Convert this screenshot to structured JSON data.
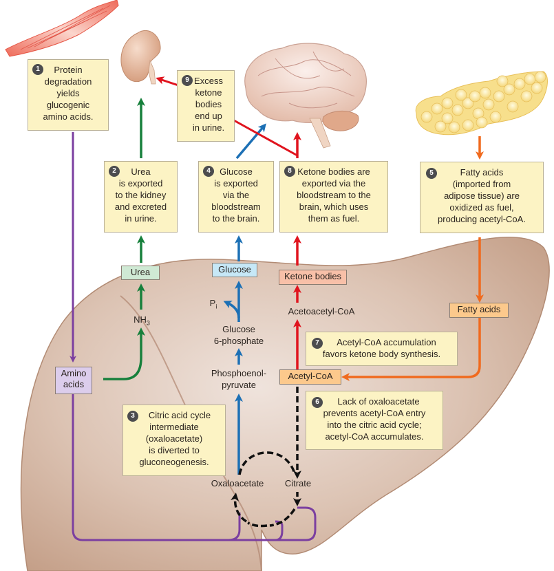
{
  "diagram": {
    "title": "Ketone body formation and export from the liver during fasting",
    "colors": {
      "note_fill": "#fcf3c4",
      "liver": "#cfae9a",
      "nitrogen_path": "#17803c",
      "glucose_path": "#1c70b5",
      "ketone_path": "#e0141e",
      "fatty_acid_path": "#f06a1e",
      "amino_acid_path": "#7b3fa0",
      "blocked_path": "#111111"
    },
    "organs": [
      {
        "name": "Muscle",
        "icon": "muscle-icon"
      },
      {
        "name": "Kidney",
        "icon": "kidney-icon"
      },
      {
        "name": "Brain",
        "icon": "brain-icon"
      },
      {
        "name": "Adipose tissue",
        "icon": "adipose-icon"
      },
      {
        "name": "Liver",
        "icon": "liver-icon"
      }
    ],
    "notes": [
      {
        "n": "1",
        "text": "Protein degradation yields glucogenic amino acids."
      },
      {
        "n": "2",
        "text": "Urea is exported to the kidney and excreted in urine."
      },
      {
        "n": "3",
        "text": "Citric acid cycle intermediate (oxaloacetate) is diverted to gluconeogenesis."
      },
      {
        "n": "4",
        "text": "Glucose is exported via the bloodstream to the brain."
      },
      {
        "n": "5",
        "text": "Fatty acids (imported from adipose tissue) are oxidized as fuel, producing acetyl-CoA."
      },
      {
        "n": "6",
        "text": "Lack of oxaloacetate prevents acetyl-CoA entry into the citric acid cycle; acetyl-CoA accumulates."
      },
      {
        "n": "7",
        "text": "Acetyl-CoA accumulation favors ketone body synthesis."
      },
      {
        "n": "8",
        "text": "Ketone bodies are exported via the bloodstream to the brain, which uses them as fuel."
      },
      {
        "n": "9",
        "text": "Excess ketone bodies end up in urine."
      }
    ],
    "metabolites": {
      "amino_acids": "Amino acids",
      "nh3": "NH",
      "nh3_sub": "3",
      "urea": "Urea",
      "glucose": "Glucose",
      "pi": "P",
      "pi_sub": "i",
      "g6p": "Glucose 6-phosphate",
      "pep": "Phosphoenol-pyruvate",
      "oxaloacetate": "Oxaloacetate",
      "citrate": "Citrate",
      "acetyl_coa": "Acetyl-CoA",
      "acetoacetyl_coa": "Acetoacetyl-CoA",
      "ketone_bodies": "Ketone bodies",
      "fatty_acids": "Fatty acids"
    },
    "note_lines": {
      "n1": [
        "Protein",
        "degradation",
        "yields",
        "glucogenic",
        "amino acids."
      ],
      "n2": [
        "Urea",
        "is exported",
        "to the kidney",
        "and excreted",
        "in urine."
      ],
      "n3": [
        "Citric acid cycle",
        "intermediate",
        "(oxaloacetate)",
        "is diverted to",
        "gluconeogenesis."
      ],
      "n4": [
        "Glucose",
        "is exported",
        "via the",
        "bloodstream",
        "to the brain."
      ],
      "n5": [
        "Fatty acids",
        "(imported from",
        "adipose tissue) are",
        "oxidized as fuel,",
        "producing acetyl-CoA."
      ],
      "n6": [
        "Lack of oxaloacetate",
        "prevents acetyl-CoA entry",
        "into the citric acid cycle;",
        "acetyl-CoA accumulates."
      ],
      "n7": [
        "Acetyl-CoA accumulation",
        "favors ketone body synthesis."
      ],
      "n8": [
        "Ketone bodies are",
        "exported via the",
        "bloodstream to the",
        "brain, which uses",
        "them as fuel."
      ],
      "n9": [
        "Excess",
        "ketone",
        "bodies",
        "end up",
        "in urine."
      ]
    },
    "pep_lines": [
      "Phosphoenol-",
      "pyruvate"
    ],
    "g6p_lines": [
      "Glucose",
      "6-phosphate"
    ],
    "aa_lines": [
      "Amino",
      "acids"
    ]
  }
}
